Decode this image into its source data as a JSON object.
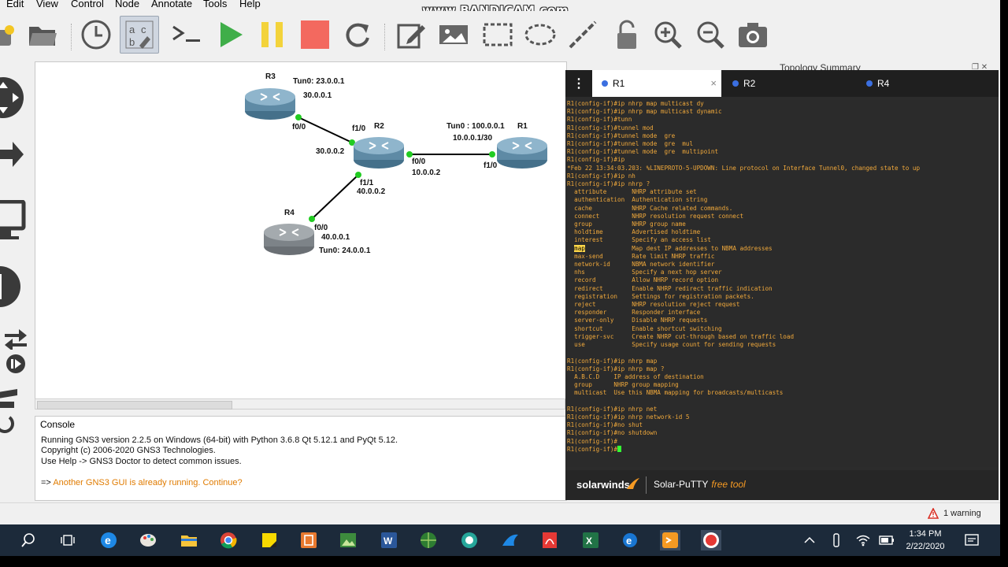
{
  "menu": [
    "Edit",
    "View",
    "Control",
    "Node",
    "Annotate",
    "Tools",
    "Help"
  ],
  "watermark": "www.BANDICAM.com",
  "toolbar": {
    "icons": [
      "open-folder-icon",
      "clock-icon",
      "device-labels-icon",
      "console-icon",
      "start-icon",
      "pause-icon",
      "stop-icon",
      "reload-icon",
      "edit-note-icon",
      "insert-image-icon",
      "rectangle-icon",
      "ellipse-icon",
      "line-icon",
      "lock-icon",
      "zoom-in-icon",
      "zoom-out-icon",
      "screenshot-icon"
    ]
  },
  "topology": {
    "nodes": [
      {
        "name": "R3",
        "lines": [
          "Tun0: 23.0.0.1",
          "30.0.0.1"
        ]
      },
      {
        "name": "R2",
        "lines": []
      },
      {
        "name": "R1",
        "lines": [
          "Tun0 : 100.0.0.1",
          "10.0.0.1/30"
        ]
      },
      {
        "name": "R4",
        "lines": [
          "40.0.0.1",
          "Tun0: 24.0.0.1"
        ]
      }
    ],
    "labels": {
      "r3_f00": "f0/0",
      "r2_f10": "f1/0",
      "r2_ip30": "30.0.0.2",
      "r2_f00": "f0/0",
      "r2_ip10": "10.0.0.2",
      "r1_f10": "f1/0",
      "r2_f11": "f1/1",
      "r2_ip40": "40.0.0.2",
      "r4_f00": "f0/0"
    },
    "link_color": "#22cc22"
  },
  "console": {
    "title": "Console",
    "lines": [
      "Running GNS3 version 2.2.5 on Windows (64-bit) with Python 3.6.8 Qt 5.12.1 and PyQt 5.12.",
      "Copyright (c) 2006-2020 GNS3 Technologies.",
      "Use Help -> GNS3 Doctor to detect common issues."
    ],
    "prompt": "=>",
    "warning": "Another GNS3 GUI is already running. Continue?"
  },
  "topology_summary": {
    "title": "Topology Summary"
  },
  "putty": {
    "tabs": [
      {
        "label": "R1",
        "active": true
      },
      {
        "label": "R2",
        "active": false
      },
      {
        "label": "R4",
        "active": false
      }
    ],
    "close_glyph": "×",
    "menu_glyph": "⋮",
    "terminal_lines": [
      "R1(config-if)#ip nhrp map multicast dy",
      "R1(config-if)#ip nhrp map multicast dynamic",
      "R1(config-if)#tunn",
      "R1(config-if)#tunnel mod",
      "R1(config-if)#tunnel mode  gre",
      "R1(config-if)#tunnel mode  gre  mul",
      "R1(config-if)#tunnel mode  gre  multipoint",
      "R1(config-if)#ip",
      "*Feb 22 13:34:03.203: %LINEPROTO-5-UPDOWN: Line protocol on Interface Tunnel0, changed state to up",
      "R1(config-if)#ip nh",
      "R1(config-if)#ip nhrp ?",
      "  attribute       NHRP attribute set",
      "  authentication  Authentication string",
      "  cache           NHRP Cache related commands.",
      "  connect         NHRP resolution request connect",
      "  group           NHRP group name",
      "  holdtime        Advertised holdtime",
      "  interest        Specify an access list",
      "  map             Map dest IP addresses to NBMA addresses",
      "  max-send        Rate limit NHRP traffic",
      "  network-id      NBMA network identifier",
      "  nhs             Specify a next hop server",
      "  record          Allow NHRP record option",
      "  redirect        Enable NHRP redirect traffic indication",
      "  registration    Settings for registration packets.",
      "  reject          NHRP resolution reject request",
      "  responder       Responder interface",
      "  server-only     Disable NHRP requests",
      "  shortcut        Enable shortcut switching",
      "  trigger-svc     Create NHRP cut-through based on traffic load",
      "  use             Specify usage count for sending requests",
      "",
      "R1(config-if)#ip nhrp map",
      "R1(config-if)#ip nhrp map ?",
      "  A.B.C.D    IP address of destination",
      "  group      NHRP group mapping",
      "  multicast  Use this NBMA mapping for broadcasts/multicasts",
      "",
      "R1(config-if)#ip nhrp net",
      "R1(config-if)#ip nhrp network-id 5",
      "R1(config-if)#no shut",
      "R1(config-if)#no shutdown",
      "R1(config-if)#",
      "R1(config-if)#"
    ],
    "footer_logo": "solarwinds",
    "footer_product": "Solar-PuTTY",
    "footer_free": "free tool"
  },
  "statusbar": {
    "warning": "1 warning"
  },
  "taskbar": {
    "time": "1:34 PM",
    "date": "2/22/2020"
  }
}
